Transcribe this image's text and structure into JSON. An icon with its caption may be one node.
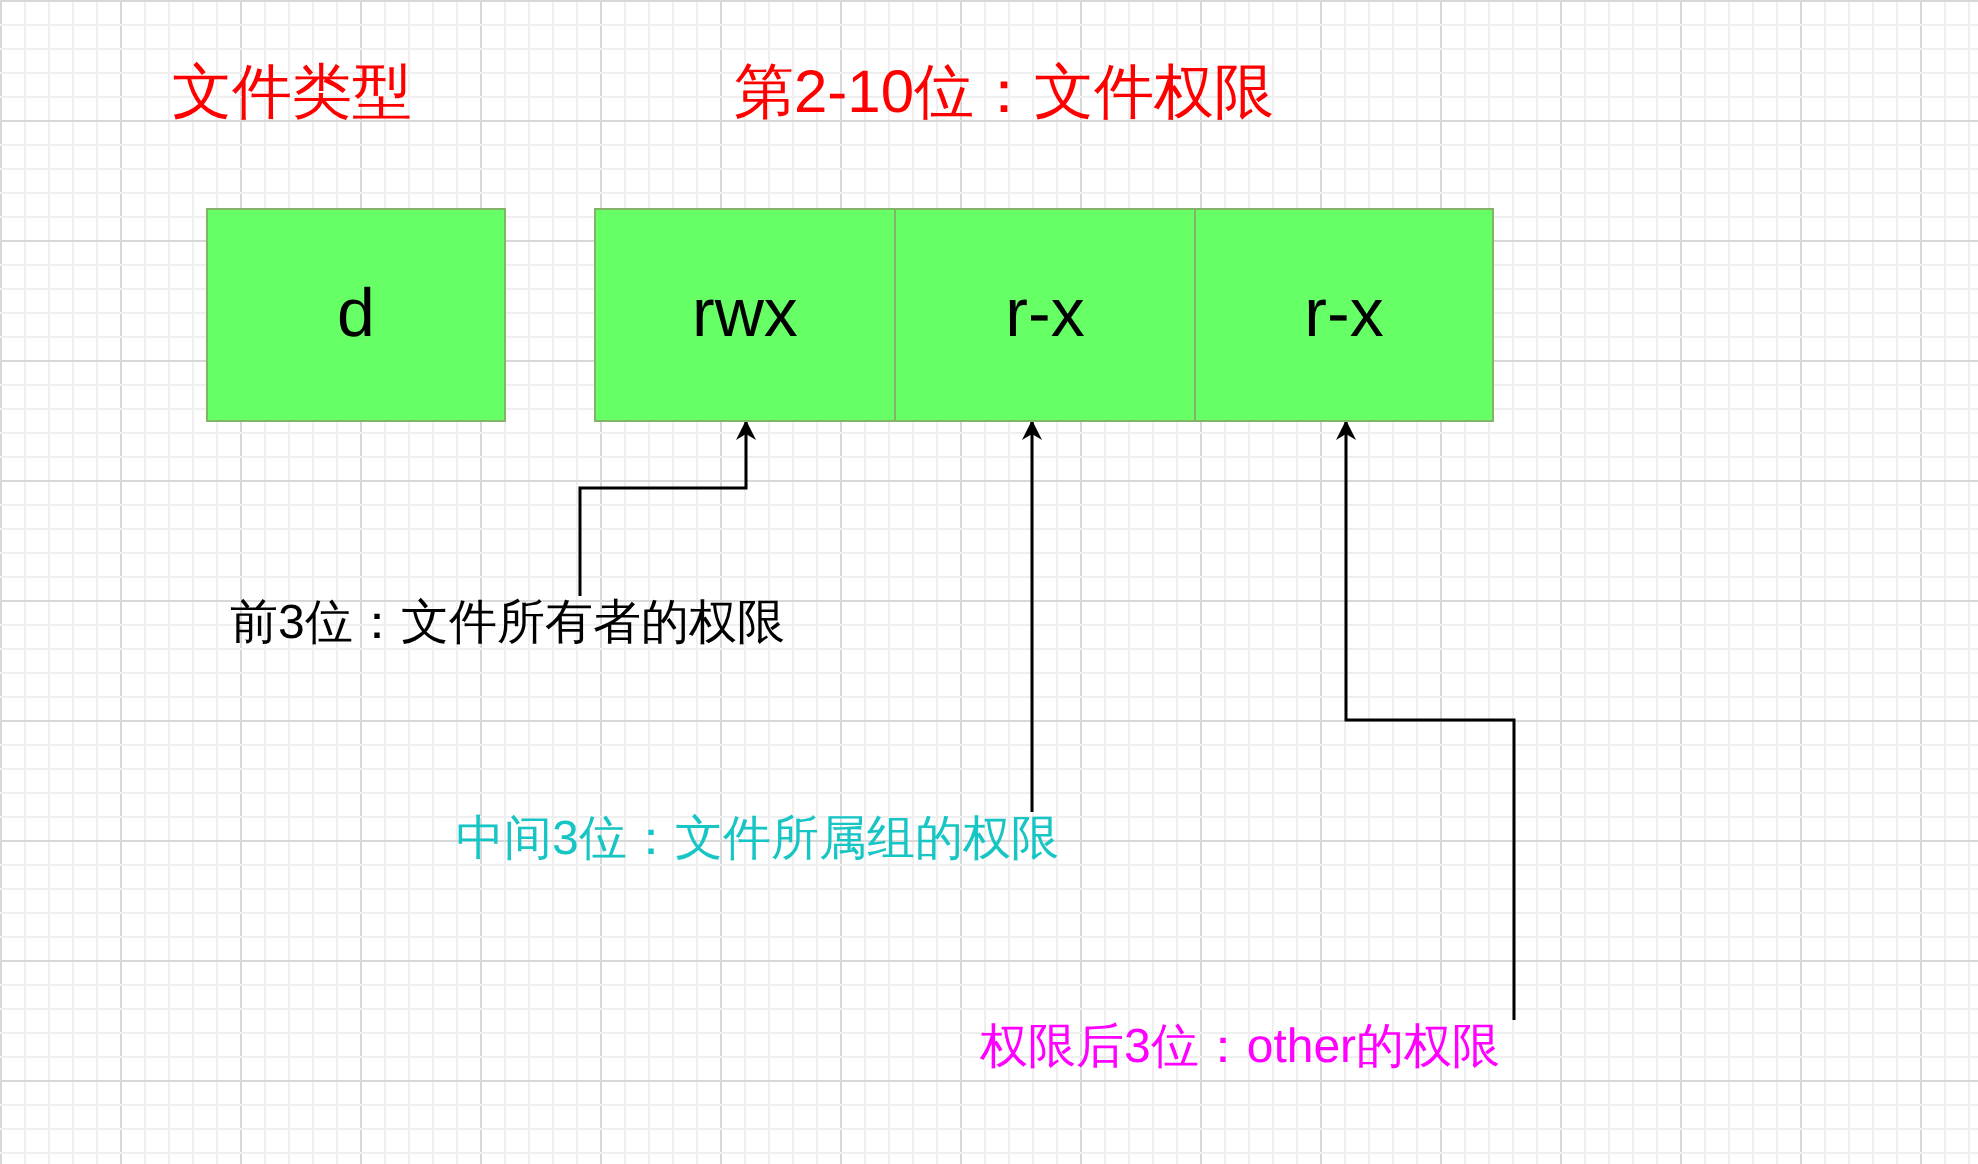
{
  "diagram": {
    "nodes": [
      {
        "text": [
          "d"
        ],
        "beside": [
          "文件类型"
        ]
      },
      {
        "text": [
          "rwx"
        ]
      },
      {
        "text": [
          "r-x"
        ]
      },
      {
        "text": [
          "r-x"
        ]
      },
      {
        "text": [
          "前3位：文件所有者的权限"
        ]
      },
      {
        "text": [
          "中间3位：文件所属组的权限"
        ]
      },
      {
        "text": [
          "权限后3位：other的权限"
        ]
      }
    ],
    "edges": [
      {
        "from": 4,
        "to": 1,
        "arrow": "to"
      },
      {
        "from": 5,
        "to": 2,
        "arrow": "to"
      },
      {
        "from": 6,
        "to": 3,
        "arrow": "to"
      }
    ],
    "labels": [
      "第2-10位：文件权限"
    ]
  }
}
